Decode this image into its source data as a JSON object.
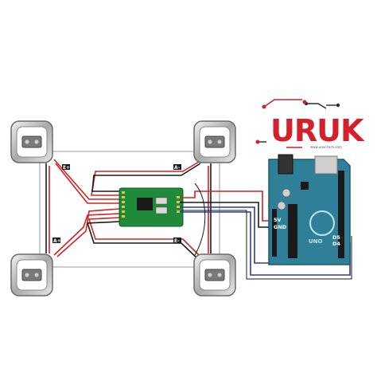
{
  "brand": {
    "logo_text": "URUK",
    "sub_text": "www.uruk-tech.com"
  },
  "corner_labels": {
    "top_left": "E+",
    "top_right": "A-",
    "bottom_left": "A+",
    "bottom_right": "E-"
  },
  "arduino_pins": {
    "power": "5V",
    "ground": "GND",
    "data": "D5",
    "clock": "D4"
  },
  "colors": {
    "red_wire": "#d62020",
    "black_wire": "#1a1a1a",
    "blue_wire": "#2a3c9a",
    "module_board": "#1f8a3a",
    "arduino_board": "#2f7f99",
    "logo_red": "#d4202a",
    "logo_dark": "#2b2b2b"
  },
  "icons": {
    "load_cell": "load-cell-icon",
    "hx711": "hx711-module-icon",
    "arduino": "arduino-uno-icon"
  }
}
